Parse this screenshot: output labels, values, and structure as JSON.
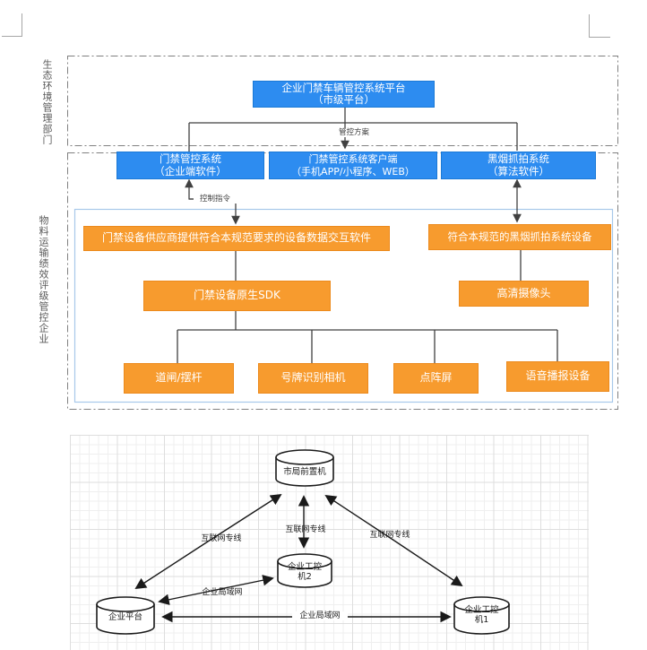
{
  "colors": {
    "blue_box": "#2d8cf0",
    "orange_box": "#f79b2e",
    "inner_border": "#a8c8ea",
    "dash_border": "#808080",
    "flow_line": "#404040",
    "network_line": "#1a1a1a"
  },
  "flow": {
    "side_labels": {
      "government": "生态环境管理部门",
      "enterprise": "物料运输绩效评级管控企业"
    },
    "nodes": {
      "platform": "企业门禁车辆管控系统平台\n（市级平台）",
      "access_system": "门禁管控系统\n（企业端软件）",
      "access_client": "门禁管控系统客户端\n（手机APP/小程序、WEB）",
      "smoke_system": "黑烟抓拍系统\n（算法软件）",
      "vendor_software": "门禁设备供应商提供符合本规范要求的设备数据交互软件",
      "smoke_device": "符合本规范的黑烟抓拍系统设备",
      "sdk": "门禁设备原生SDK",
      "camera": "高清摄像头",
      "barrier": "道闸/摆杆",
      "plate_camera": "号牌识别相机",
      "dot_screen": "点阵屏",
      "voice_device": "语音播报设备"
    },
    "edge_labels": {
      "plan": "管控方案",
      "control": "控制指令"
    }
  },
  "network": {
    "nodes": {
      "city_front": "市局前置机",
      "enterprise_platform": "企业平台",
      "ipc2": "企业工控\n机2",
      "ipc1": "企业工控\n机1"
    },
    "edge_labels": {
      "internet_left": "互联网专线",
      "internet_center": "互联网专线",
      "internet_right": "互联网专线",
      "lan_diagonal": "企业局域网",
      "lan_horizontal": "企业局域网"
    }
  }
}
